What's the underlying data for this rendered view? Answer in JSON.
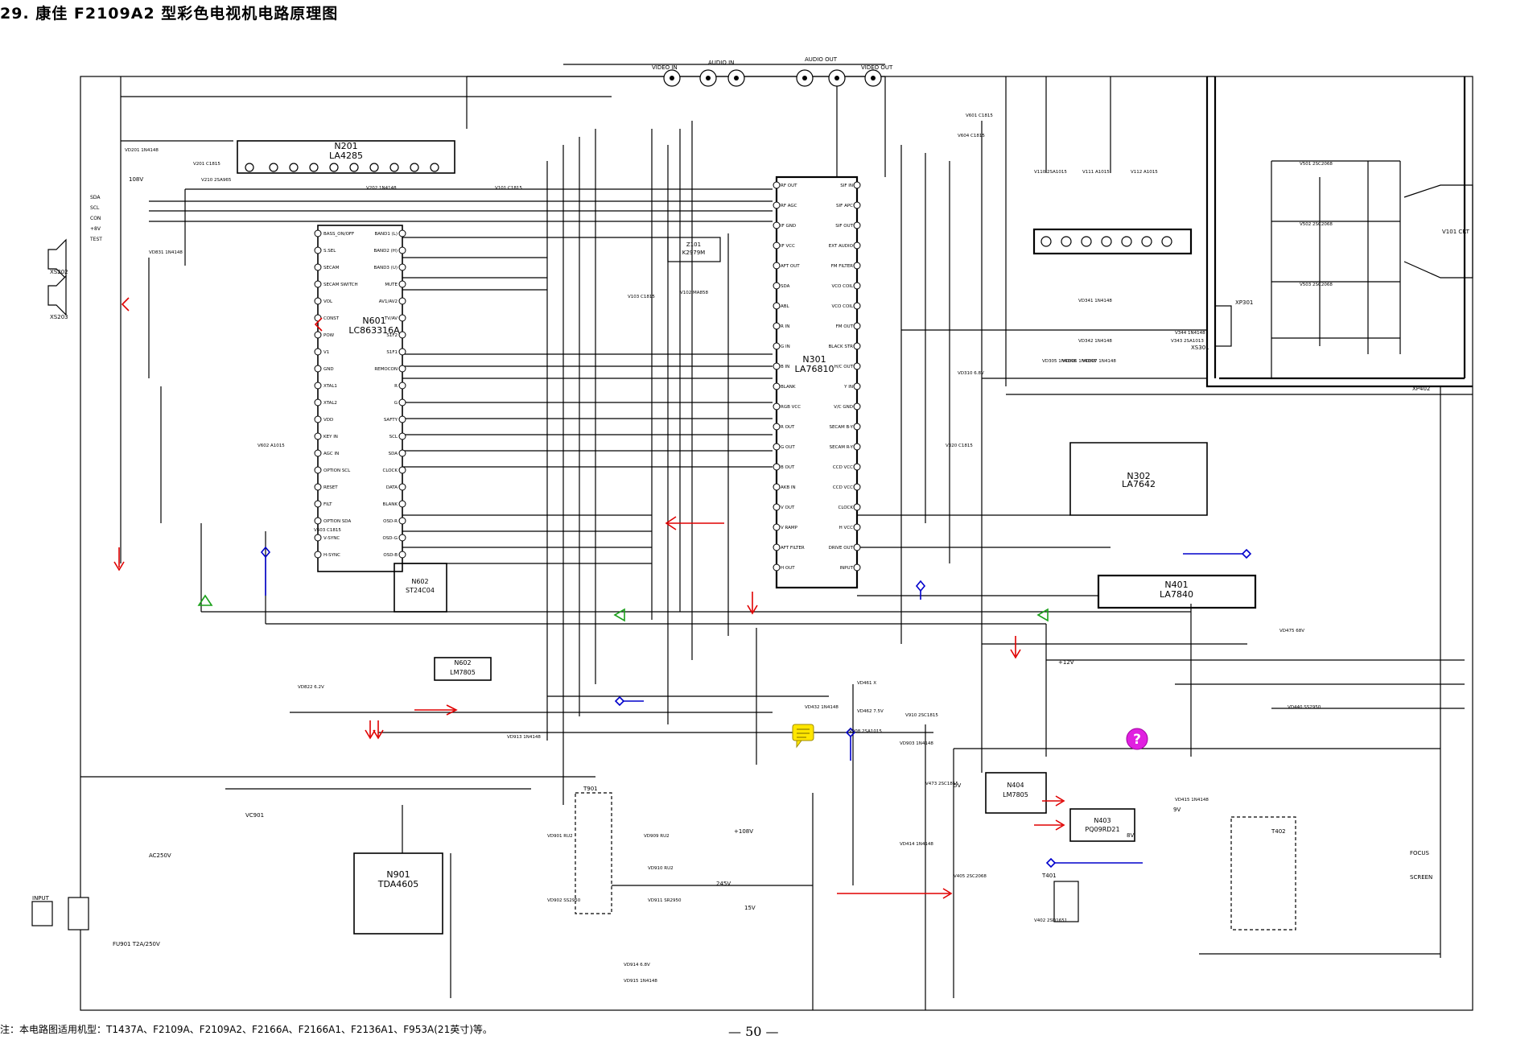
{
  "title": "29. 康佳 F2109A2 型彩色电视机电路原理图",
  "note": "注：本电路图适用机型：T1437A、F2109A、F2109A2、F2166A、F2166A1、F2136A1、F953A(21英寸)等。",
  "page_number": "— 50 —",
  "ic_labels": {
    "n201_ref": "N201",
    "n201_part": "LA4285",
    "n601_ref": "N601",
    "n601_part": "LC863316A",
    "n301_ref": "N301",
    "n301_part": "LA76810",
    "n302_ref": "N302",
    "n302_part": "LA7642",
    "n401_ref": "N401",
    "n401_part": "LA7840",
    "n901_ref": "N901",
    "n901_part": "TDA4605",
    "n602_ref": "N602",
    "n602_part": "LM7805",
    "n404_ref": "N404",
    "n404_part": "LM7805",
    "n403_ref": "N403",
    "n403_part": "PQ09RD21",
    "n602b_ref": "N602",
    "n602b_part": "ST24C04",
    "z101_part": "Z101",
    "z101_sub": "K2979M"
  },
  "connectors": {
    "video_in": "VIDEO IN",
    "audio_in": "AUDIO IN",
    "audio_out": "AUDIO OUT",
    "video_out": "VIDEO OUT",
    "xp301": "XP301",
    "xp402": "XP402",
    "xs301": "XS301",
    "v101": "V101 CRT",
    "xs202": "XS202",
    "xs203": "XS203",
    "focus": "FOCUS",
    "screen": "SCREEN",
    "input": "INPUT"
  },
  "bus_pins": [
    "SDA",
    "SCL",
    "CON",
    "+8V",
    "TEST"
  ],
  "n601_left_pins": [
    "BASS_ON/OFF",
    "S.SEL",
    "SECAM",
    "SECAM SWITCH",
    "VOL",
    "CONST",
    "POW",
    "V1",
    "GND",
    "XTAL1",
    "XTAL2",
    "VDD",
    "KEY IN",
    "AGC IN",
    "OPTION SCL",
    "RESET",
    "FILT",
    "OPTION SDA",
    "V-SYNC",
    "H-SYNC"
  ],
  "n601_right_pins": [
    "BAND1 (L)",
    "BAND2 (H)",
    "BAND3 (U)",
    "MUTE",
    "AV1/AV2",
    "TV/AV",
    "S1F2",
    "S1F1",
    "REMOCON",
    "R",
    "G",
    "SAFTY",
    "SCL",
    "SDA",
    "CLOCK",
    "DATA",
    "BLANK",
    "OSD-R",
    "OSD-G",
    "OSD-B"
  ],
  "n301_left_pins": [
    "RF OUT",
    "RF AGC",
    "IF GND",
    "IF VCC",
    "AFT OUT",
    "SDA",
    "ABL",
    "R IN",
    "G IN",
    "B IN",
    "BLANK",
    "RGB VCC",
    "R OUT",
    "G OUT",
    "B OUT",
    "AKB IN",
    "V OUT",
    "V RAMP",
    "AFT FILTER",
    "H OUT"
  ],
  "n301_right_pins": [
    "SIF IN",
    "SIF APC",
    "SIF OUT",
    "EXT AUDIO",
    "FM FILTER",
    "VCO COIL",
    "VCO COIL",
    "FM OUT",
    "BLACK STR",
    "H/C OUT",
    "Y IN",
    "V/C GND",
    "SECAM B-Y",
    "SECAM R-Y",
    "CCD VCC",
    "CCD VCC",
    "CLOCK",
    "H VCC",
    "DRIVE OUT",
    "INPUT"
  ],
  "transistors": [
    "V201 C1815",
    "V210 2SA965",
    "V202 1N4148",
    "V101 C1815",
    "V102 MA858",
    "V103 C1815",
    "V110 2SA1015",
    "V111 A1015",
    "V112 A1015",
    "V501 2SC2068",
    "V502 2SC2068",
    "V503 2SC2068",
    "V601 C1815",
    "V604 C1815",
    "V602 A1015",
    "V603 C1815",
    "V910 2SC1815",
    "V908 2SA1015",
    "V473 2SC1815",
    "V405 2SC2068",
    "V402 2SD1651",
    "V320 C1815",
    "V343 2SA1013",
    "V344 1N4148"
  ],
  "zeners": [
    "VD201 1N4148",
    "VD475 68V",
    "VD461 X",
    "VD462 7.5V",
    "VD903 1N4148",
    "VD913 1N4148",
    "VD415 1N4148",
    "VD414 1N4148",
    "VD432 1N4148",
    "VD901 RU2",
    "VD902 SS2950",
    "VD909 RU2",
    "VD910 RU2",
    "VD911 SR2950",
    "VD914 6.8V",
    "VD915 1N4148",
    "VD831 1N4148",
    "VD822 6.2V",
    "VD341 1N4148",
    "VD342 1N4148",
    "VD305 1N4148",
    "VD306 1N4148",
    "VD307 1N4148",
    "VD310 6.8V",
    "VD440 SS2950"
  ],
  "power": {
    "fuse": "FU901 T2A/250V",
    "bridge": "VC901",
    "ac": "AC250V",
    "t901": "T901",
    "t401": "T401",
    "t402": "T402",
    "v108": "+108V",
    "v15": "15V",
    "v245": "245V",
    "v12": "+12V",
    "vb": "108V",
    "v5": "5V",
    "v8": "8V",
    "v9": "9V"
  },
  "markers": {
    "bubble_text": "?",
    "note_icon": "note"
  },
  "colors": {
    "ink": "#000000",
    "arrow_red": "#e00000",
    "arrow_green": "#1aa01a",
    "marker_blue": "#0000cc",
    "note_yellow": "#ffe600",
    "bubble_magenta": "#e020e0"
  }
}
